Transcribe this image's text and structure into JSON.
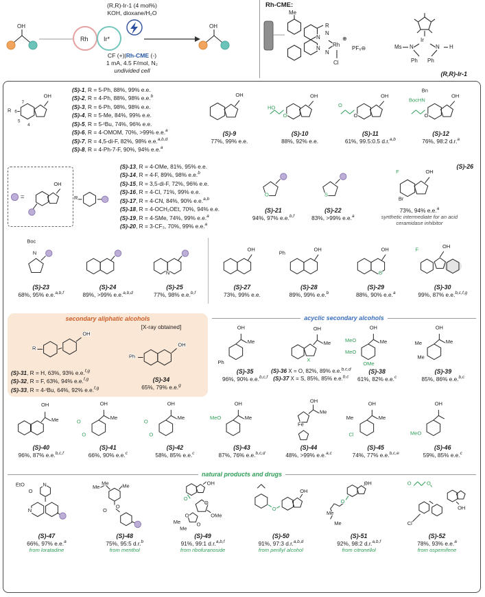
{
  "scheme": {
    "oh_left": "OH",
    "oh_right": "OH",
    "anode": "Rh",
    "cathode": "Ir*",
    "cond_top": [
      "(R,R)-Ir-1 (4 mol%)",
      "KOH, dioxane/H₂O"
    ],
    "cond_mid_pre": "CF (+)|",
    "cond_mid_cat": "Rh-CME",
    "cond_mid_post": " (-)",
    "cond_b1": "1 mA, 4.5 F/mol, N₂",
    "cond_b2": "undivided cell",
    "rhcme": {
      "title": "Rh-CME:",
      "me": "Me",
      "r": "R",
      "n1": "N",
      "n2": "N",
      "n3": "N",
      "n4": "N",
      "rh": "Rh",
      "plus": "⊕",
      "cl": "Cl",
      "pf6": "PF₆⊖"
    },
    "ir1": {
      "ms": "Ms",
      "n1": "N",
      "ir": "Ir",
      "n2": "N",
      "h": "H",
      "ph1": "Ph",
      "ph2": "Ph",
      "label": "(R,R)-Ir-1"
    }
  },
  "row1": {
    "series": {
      "struct": {
        "motif": "ind_r",
        "labels": [
          [
            "OH",
            56,
            14,
            "k"
          ],
          [
            "R",
            0,
            36,
            "k"
          ],
          [
            "7",
            22,
            23,
            "ks"
          ],
          [
            "6",
            11,
            37,
            "ks"
          ],
          [
            "5",
            16,
            52,
            "ks"
          ],
          [
            "4",
            31,
            58,
            "ks"
          ]
        ]
      },
      "entries": [
        {
          "id": "(S)-1",
          "text": "R = 5-Ph, 88%, 99% e.e.",
          "sup": ""
        },
        {
          "id": "(S)-2",
          "text": "R = 4-Ph, 88%, 98% e.e.",
          "sup": "b"
        },
        {
          "id": "(S)-3",
          "text": "R = 6-Ph, 98%, 98% e.e.",
          "sup": ""
        },
        {
          "id": "(S)-4",
          "text": "R = 5-Me, 84%, 99% e.e.",
          "sup": ""
        },
        {
          "id": "(S)-5",
          "text": "R = 5-ᵗBu, 74%, 96% e.e.",
          "sup": ""
        },
        {
          "id": "(S)-6",
          "text": "R = 4-OMOM, 70%, >99% e.e.",
          "sup": "a"
        },
        {
          "id": "(S)-7",
          "text": "R = 4,5-di-F, 82%, 98% e.e.",
          "sup": "a,b,d"
        },
        {
          "id": "(S)-8",
          "text": "R = 4-Ph-7-F, 90%, 94% e.e.",
          "sup": "a"
        }
      ]
    },
    "cells": [
      {
        "id": "(S)-9",
        "result": "77%, 99% e.e.",
        "sup": "",
        "motif": "ind",
        "labels": [
          [
            "OH",
            60,
            12,
            "k"
          ]
        ]
      },
      {
        "id": "(S)-10",
        "result": "88%, 92% e.e.",
        "sup": "",
        "motif": "ind_o",
        "labels": [
          [
            "OH",
            66,
            14,
            "k"
          ],
          [
            "HO",
            0,
            32,
            "g"
          ],
          [
            "O",
            24,
            44,
            "g"
          ]
        ]
      },
      {
        "id": "(S)-11",
        "result": "61%, 99.5:0.5 d.r.",
        "sup": "a,b",
        "motif": "ind_o",
        "labels": [
          [
            "OH",
            66,
            14,
            "k"
          ],
          [
            "O",
            0,
            28,
            "g"
          ],
          [
            "O",
            24,
            44,
            "k"
          ]
        ]
      },
      {
        "id": "(S)-12",
        "result": "76%, 98:2 d.r.",
        "sup": "a",
        "motif": "ind_o",
        "labels": [
          [
            "OH",
            66,
            14,
            "k"
          ],
          [
            "BocHN",
            0,
            20,
            "g"
          ],
          [
            "Bn",
            20,
            5,
            "k"
          ],
          [
            "O",
            24,
            44,
            "k"
          ]
        ]
      }
    ]
  },
  "row2": {
    "frag": {
      "eq": "=",
      "struct1": {
        "motif": "ind_frag",
        "labels": [
          [
            "OH",
            44,
            11,
            "k"
          ]
        ]
      },
      "struct2": {
        "motif": "ar_r_ball",
        "labels": [
          [
            "R",
            0,
            29,
            "k"
          ]
        ]
      }
    },
    "series": {
      "entries": [
        {
          "id": "(S)-13",
          "text": "R = 4-OMe, 81%, 95% e.e.",
          "sup": ""
        },
        {
          "id": "(S)-14",
          "text": "R = 4-F, 89%, 98% e.e.",
          "sup": "b"
        },
        {
          "id": "(S)-15",
          "text": "R = 3,5-di-F, 72%, 96% e.e.",
          "sup": ""
        },
        {
          "id": "(S)-16",
          "text": "R = 4-Cl, 71%, 99% e.e.",
          "sup": ""
        },
        {
          "id": "(S)-17",
          "text": "R = 4-CN, 84%, 90% e.e.",
          "sup": "a,b"
        },
        {
          "id": "(S)-18",
          "text": "R = 4-OCH₂OEt, 70%, 94% e.e.",
          "sup": ""
        },
        {
          "id": "(S)-19",
          "text": "R = 4-SMe, 74%, 99% e.e.",
          "sup": "a"
        },
        {
          "id": "(S)-20",
          "text": "R = 3-CF₃, 70%, 99% e.e.",
          "sup": "a"
        }
      ]
    },
    "cells": [
      {
        "id": "(S)-21",
        "result": "94%, 97% e.e.",
        "sup": "b,f",
        "motif": "pent_ball",
        "labels": [
          [
            "O",
            33,
            48,
            "g"
          ]
        ]
      },
      {
        "id": "(S)-22",
        "result": "83%, >99% e.e.",
        "sup": "a",
        "motif": "pent_ball",
        "labels": [
          [
            "S",
            33,
            48,
            "g"
          ]
        ]
      },
      {
        "id": "(S)-26",
        "idpos": "tr",
        "wide": 1,
        "result": "73%, 94% e.e.",
        "sup": "a",
        "motif": "ind",
        "labels": [
          [
            "OH",
            60,
            12,
            "k"
          ],
          [
            "F",
            14,
            12,
            "g"
          ],
          [
            "Br",
            18,
            54,
            "k"
          ]
        ],
        "note": "synthetic intermediate for an acid ceramidase inhibitor",
        "note_color": "k"
      }
    ]
  },
  "row3": {
    "cells": [
      {
        "id": "(S)-23",
        "result": "68%, 95% e.e.",
        "sup": "a,b,f",
        "motif": "pent_ball",
        "labels": [
          [
            "Boc",
            28,
            1,
            "k"
          ],
          [
            "N",
            37,
            19,
            "k"
          ]
        ]
      },
      {
        "id": "(S)-24",
        "result": "89%, >99% e.e.",
        "sup": "a,b,d",
        "motif": "naph_ball",
        "labels": []
      },
      {
        "id": "(S)-25",
        "result": "77%, 98% e.e.",
        "sup": "b,f",
        "motif": "naph_ball",
        "labels": [
          [
            "N",
            36,
            50,
            "k"
          ]
        ]
      },
      {
        "id": "(S)-27",
        "result": "73%, 99% e.e.",
        "sup": "",
        "motif": "tet",
        "labels": [
          [
            "OH",
            58,
            14,
            "k"
          ]
        ]
      },
      {
        "id": "(S)-28",
        "result": "89%, 99% e.e.",
        "sup": "b",
        "motif": "tet",
        "labels": [
          [
            "OH",
            58,
            14,
            "k"
          ],
          [
            "Ph",
            4,
            19,
            "k"
          ]
        ]
      },
      {
        "id": "(S)-29",
        "result": "88%, 90% e.e.",
        "sup": "a",
        "motif": "tet",
        "labels": [
          [
            "OH",
            58,
            14,
            "k"
          ],
          [
            "O",
            54,
            50,
            "g"
          ]
        ]
      },
      {
        "id": "(S)-30",
        "result": "99%, 87% e.e.",
        "sup": "b,c,f,g",
        "motif": "fluo",
        "labels": [
          [
            "OH",
            50,
            9,
            "k"
          ],
          [
            "F",
            8,
            14,
            "g"
          ]
        ]
      }
    ]
  },
  "aliphatic": {
    "header": "secondary aliphatic alcohols",
    "struct": {
      "motif": "chex_ar",
      "labels": [
        [
          "R",
          0,
          36,
          "k"
        ],
        [
          "OH",
          78,
          14,
          "k"
        ]
      ]
    },
    "entries": [
      {
        "id": "(S)-31",
        "text": "R = H, 63%, 93% e.e.",
        "sup": "f,g"
      },
      {
        "id": "(S)-32",
        "text": "R = F, 63%, 94% e.e.",
        "sup": "f,g"
      },
      {
        "id": "(S)-33",
        "text": "R = 4-ᵗBu, 64%, 92% e.e.",
        "sup": "f,g"
      }
    ],
    "xray": "[X-ray obtained]",
    "cell34": {
      "id": "(S)-34",
      "result": "65%, 79% e.e.",
      "sup": "g",
      "motif": "tet2",
      "labels": [
        [
          "Ph",
          0,
          36,
          "k"
        ],
        [
          "OH",
          76,
          18,
          "k"
        ]
      ]
    }
  },
  "acyclic": {
    "header": "acyclic secondary alcohols",
    "cells": [
      {
        "id": "(S)-35",
        "result": "96%, 90% e.e.",
        "sup": "b,c,f",
        "motif": "ar_choh",
        "labels": [
          [
            "OH",
            38,
            4,
            "k"
          ],
          [
            "Me",
            54,
            26,
            "k"
          ],
          [
            "Ph",
            8,
            58,
            "k"
          ]
        ]
      },
      {
        "lines": [
          {
            "id": "(S)-36",
            "text": "X = O, 82%, 89% e.e.",
            "sup": "b,c,d"
          },
          {
            "id": "(S)-37",
            "text": "X = S, 85%, 85% e.e.",
            "sup": "b,c"
          }
        ],
        "motif": "benzo_x",
        "labels": [
          [
            "OH",
            54,
            6,
            "k"
          ],
          [
            "Me",
            70,
            28,
            "k"
          ],
          [
            "X",
            44,
            54,
            "g"
          ]
        ]
      },
      {
        "id": "(S)-38",
        "result": "61%, 82% e.e.",
        "sup": "c",
        "motif": "ar_choh",
        "labels": [
          [
            "OH",
            38,
            4,
            "k"
          ],
          [
            "Me",
            54,
            26,
            "k"
          ],
          [
            "MeO",
            0,
            24,
            "g"
          ],
          [
            "MeO",
            0,
            42,
            "g"
          ],
          [
            "OMe",
            28,
            60,
            "g"
          ]
        ]
      },
      {
        "id": "(S)-39",
        "result": "85%, 86% e.e.",
        "sup": "b,c",
        "motif": "ar_choh",
        "labels": [
          [
            "OH",
            38,
            4,
            "k"
          ],
          [
            "Me",
            54,
            26,
            "k"
          ],
          [
            "Me",
            6,
            28,
            "k"
          ],
          [
            "Me",
            10,
            50,
            "k"
          ]
        ]
      }
    ]
  },
  "row5": {
    "cells": [
      {
        "id": "(S)-40",
        "result": "96%, 87% e.e.",
        "sup": "b,c,f",
        "motif": "naph_choh",
        "labels": [
          [
            "OH",
            50,
            6,
            "k"
          ],
          [
            "Me",
            66,
            29,
            "k"
          ]
        ]
      },
      {
        "id": "(S)-41",
        "result": "66%, 90% e.e.",
        "sup": "c",
        "motif": "ar_choh",
        "labels": [
          [
            "OH",
            38,
            4,
            "k"
          ],
          [
            "Me",
            54,
            26,
            "k"
          ],
          [
            "O",
            2,
            32,
            "g"
          ],
          [
            "O",
            10,
            52,
            "g"
          ]
        ]
      },
      {
        "id": "(S)-42",
        "result": "58%, 85% e.e.",
        "sup": "c",
        "motif": "ar_choh",
        "labels": [
          [
            "OH",
            38,
            4,
            "k"
          ],
          [
            "Me",
            54,
            26,
            "k"
          ],
          [
            "O",
            2,
            32,
            "g"
          ],
          [
            "O",
            10,
            52,
            "g"
          ]
        ]
      },
      {
        "id": "(S)-43",
        "result": "87%, 76% e.e.",
        "sup": "b,c,d",
        "motif": "ar_choh",
        "labels": [
          [
            "OH",
            38,
            4,
            "k"
          ],
          [
            "Me",
            54,
            26,
            "k"
          ],
          [
            "MeO",
            0,
            26,
            "g"
          ]
        ]
      },
      {
        "id": "(S)-44",
        "result": "48%, >99% e.e.",
        "sup": "a,c",
        "motif": "ferro",
        "labels": [
          [
            "OH",
            52,
            0,
            "k"
          ],
          [
            "Me",
            67,
            17,
            "k"
          ],
          [
            "Fe",
            33,
            36,
            "k"
          ]
        ]
      },
      {
        "id": "(S)-45",
        "result": "74%, 77% e.e.",
        "sup": "b,c,e",
        "motif": "ar_choh",
        "labels": [
          [
            "OH",
            38,
            4,
            "k"
          ],
          [
            "Me",
            54,
            26,
            "k"
          ],
          [
            "Me",
            4,
            26,
            "k"
          ],
          [
            "Cl",
            8,
            52,
            "g"
          ]
        ]
      },
      {
        "id": "(S)-46",
        "result": "59%, 85% e.e.",
        "sup": "c",
        "motif": "ar_choh",
        "labels": [
          [
            "OH",
            38,
            4,
            "k"
          ],
          [
            "MeO",
            0,
            50,
            "g"
          ]
        ]
      }
    ]
  },
  "natural": {
    "header": "natural products and drugs",
    "cells": [
      {
        "id": "(S)-47",
        "result": "66%, 97% e.e.",
        "sup": "a",
        "note": "from loratadine",
        "motif": "tricyc",
        "tall": 1,
        "labels": [
          [
            "EtO",
            2,
            2,
            "k"
          ],
          [
            "O",
            22,
            12,
            "k"
          ],
          [
            "N",
            44,
            2,
            "k"
          ],
          [
            "N",
            21,
            42,
            "k"
          ]
        ]
      },
      {
        "id": "(S)-48",
        "result": "75%, 95:5 d.r.",
        "sup": "b",
        "note": "from menthol",
        "motif": "menthyl",
        "tall": 1,
        "labels": [
          [
            "Me",
            0,
            6,
            "k"
          ],
          [
            "Me",
            14,
            0,
            "k"
          ],
          [
            "Me",
            46,
            4,
            "k"
          ],
          [
            "O",
            36,
            36,
            "k"
          ],
          [
            "O",
            16,
            42,
            "k"
          ]
        ]
      },
      {
        "id": "(S)-49",
        "result": "91%, 99:1 d.r.",
        "sup": "a,b,f",
        "note": "from ribofuranoside",
        "motif": "sugar",
        "tall": 1,
        "labels": [
          [
            "OH",
            56,
            0,
            "k"
          ],
          [
            "O",
            20,
            24,
            "g"
          ],
          [
            "O",
            52,
            30,
            "k"
          ],
          [
            "OMe",
            62,
            50,
            "k"
          ],
          [
            "O",
            22,
            50,
            "k"
          ],
          [
            "O",
            40,
            64,
            "k"
          ],
          [
            "Me",
            4,
            60,
            "k"
          ],
          [
            "Me",
            14,
            70,
            "k"
          ]
        ]
      },
      {
        "id": "(S)-50",
        "result": "91%, 97:3 d.r.",
        "sup": "a,b,d",
        "note": "from perillyl alcohol",
        "motif": "perillyl",
        "tall": 1,
        "labels": [
          [
            "O",
            37,
            40,
            "g"
          ],
          [
            "OH",
            80,
            12,
            "k"
          ]
        ]
      },
      {
        "id": "(S)-51",
        "result": "92%, 98:2 d.r.",
        "sup": "a,b,f",
        "note": "from citronellol",
        "motif": "citro",
        "tall": 1,
        "labels": [
          [
            "OH",
            58,
            0,
            "k"
          ],
          [
            "O",
            22,
            28,
            "g"
          ],
          [
            "Me",
            0,
            46,
            "k"
          ],
          [
            "Me",
            12,
            62,
            "k"
          ]
        ]
      },
      {
        "id": "(S)-52",
        "result": "78%, 93% e.e.",
        "sup": "a",
        "note": "from ospemifene",
        "motif": "ospem",
        "tall": 1,
        "labels": [
          [
            "O",
            4,
            0,
            "g"
          ],
          [
            "O",
            34,
            0,
            "g"
          ],
          [
            "OH",
            82,
            38,
            "k"
          ],
          [
            "Cl",
            4,
            62,
            "k"
          ]
        ]
      }
    ]
  }
}
